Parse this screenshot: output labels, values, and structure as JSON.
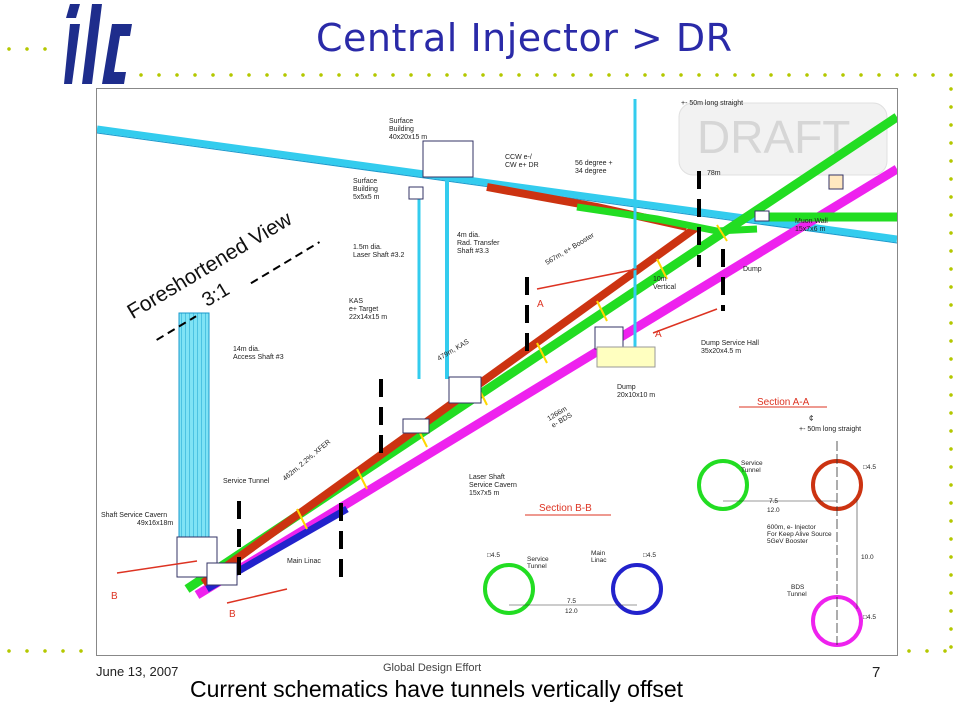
{
  "slide": {
    "title": "Central Injector > DR",
    "date": "June 13, 2007",
    "page_number": "7",
    "caption": "Current schematics have tunnels vertically offset",
    "footer_center": "Global Design Effort",
    "logo_text": "ilc"
  },
  "diagram": {
    "watermark": "DRAFT",
    "view_label": "Foreshortened View",
    "view_ratio": "3:1",
    "labels": {
      "surface_building_1": [
        "Surface",
        "Building",
        "40x20x15 m"
      ],
      "surface_building_2": [
        "Surface",
        "Building",
        "5x5x5 m"
      ],
      "ccw": [
        "CCW e-/",
        "CW e+ DR"
      ],
      "angle": [
        "56 degree +",
        "34 degree"
      ],
      "long_straight_top": "+- 50m long straight",
      "muon_wall": [
        "Muon Wall",
        "15x7x6 m"
      ],
      "laser_shaft": [
        "1.5m dia.",
        "Laser Shaft #3.2"
      ],
      "rad_shaft": [
        "4m dia.",
        "Rad. Transfer",
        "Shaft #3.3"
      ],
      "m78": "78m",
      "booster": "567m, e+ Booster",
      "dump": "Dump",
      "vertical": [
        "10m",
        "Vertical"
      ],
      "kas": [
        "KAS",
        "e+ Target",
        "22x14x15 m"
      ],
      "access_shaft": [
        "14m dia.",
        "Access Shaft #3"
      ],
      "kas479": "479m, KAS",
      "dump_service_hall": [
        "Dump Service Hall",
        "35x20x4.5 m"
      ],
      "dump_box": [
        "Dump",
        "20x10x10 m"
      ],
      "xfer": "462m, 2.2%, XFER",
      "bds1266": [
        "1266m",
        "e- BDS"
      ],
      "service_tunnel": "Service Tunnel",
      "laser_cavern": [
        "Laser Shaft",
        "Service Cavern",
        "15x7x5 m"
      ],
      "shaft_service_cavern": [
        "Shaft Service Cavern",
        "49x16x18m"
      ],
      "main_linac": "Main Linac",
      "section_aa": "Section A-A",
      "section_bb": "Section B-B",
      "b": "B",
      "a": "A",
      "cl": "¢",
      "aa_service": [
        "Service",
        "Tunnel"
      ],
      "aa_injector": [
        "600m, e- Injector",
        "For Keep Alive Source",
        "5GeV Booster"
      ],
      "aa_bds": [
        "BDS",
        "Tunnel"
      ],
      "bb_service": [
        "Service",
        "Tunnel"
      ],
      "bb_linac": [
        "Main",
        "Linac"
      ],
      "dim_45": "□4.5",
      "dim_75": "7.5",
      "dim_120": "12.0",
      "dim_100": "10.0"
    },
    "colors": {
      "green": "#22dd22",
      "magenta": "#ee22ee",
      "red": "#cc3311",
      "blue": "#2222cc",
      "cyan": "#33ccee",
      "title_blue": "#2a2aa8",
      "logo_blue": "#1e2d8c",
      "dots": "#b4c800"
    }
  }
}
